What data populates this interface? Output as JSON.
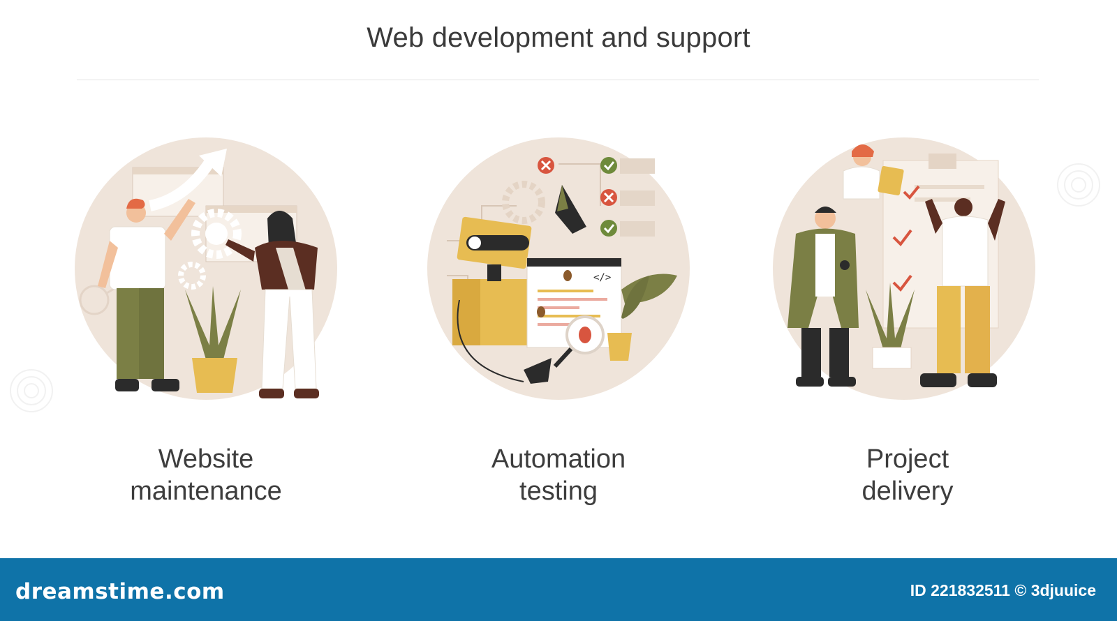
{
  "header": {
    "title": "Web development and support"
  },
  "panels": [
    {
      "caption_line1": "Website",
      "caption_line2": "maintenance"
    },
    {
      "caption_line1": "Automation",
      "caption_line2": "testing"
    },
    {
      "caption_line1": "Project",
      "caption_line2": "delivery"
    }
  ],
  "footer": {
    "logo": "dreamstime.com",
    "credit": "ID 221832511 © 3djuuice"
  },
  "colors": {
    "circle": "#efe4da",
    "olive": "#7b7f45",
    "mustard": "#e7bc52",
    "dark": "#2b2b2b",
    "brown": "#5b2e22",
    "check_green": "#6e8a3b",
    "cross_red": "#d8553f",
    "footer_bg": "#0f73a8"
  },
  "icons": [
    "upload-arrow-icon",
    "gear-icon",
    "wrench-icon",
    "plant-icon",
    "check-icon",
    "cross-icon",
    "bug-icon",
    "magnifier-icon",
    "code-icon",
    "clipboard-icon",
    "watermark-icon"
  ]
}
